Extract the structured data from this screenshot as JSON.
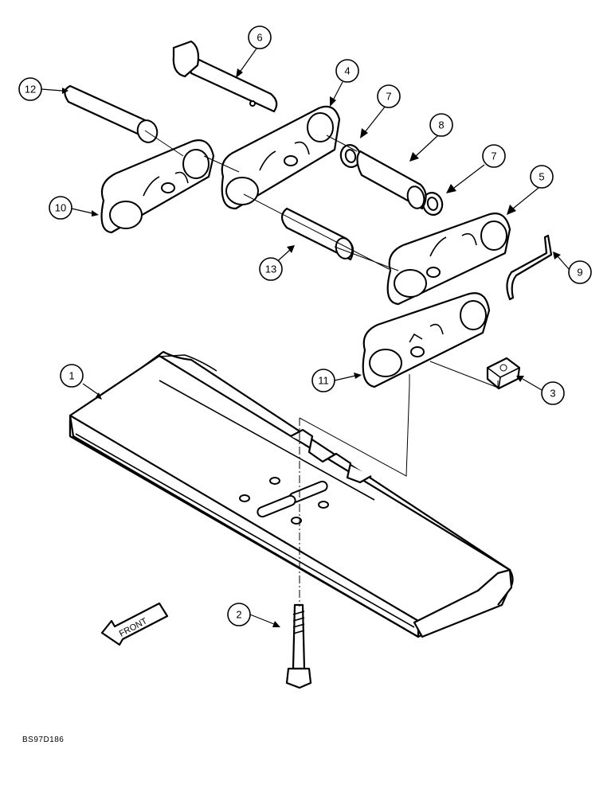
{
  "figure_code": "BS97D186",
  "front_label": "FRONT",
  "callouts": [
    "1",
    "2",
    "3",
    "4",
    "5",
    "6",
    "7",
    "7",
    "8",
    "9",
    "10",
    "11",
    "12",
    "13"
  ]
}
